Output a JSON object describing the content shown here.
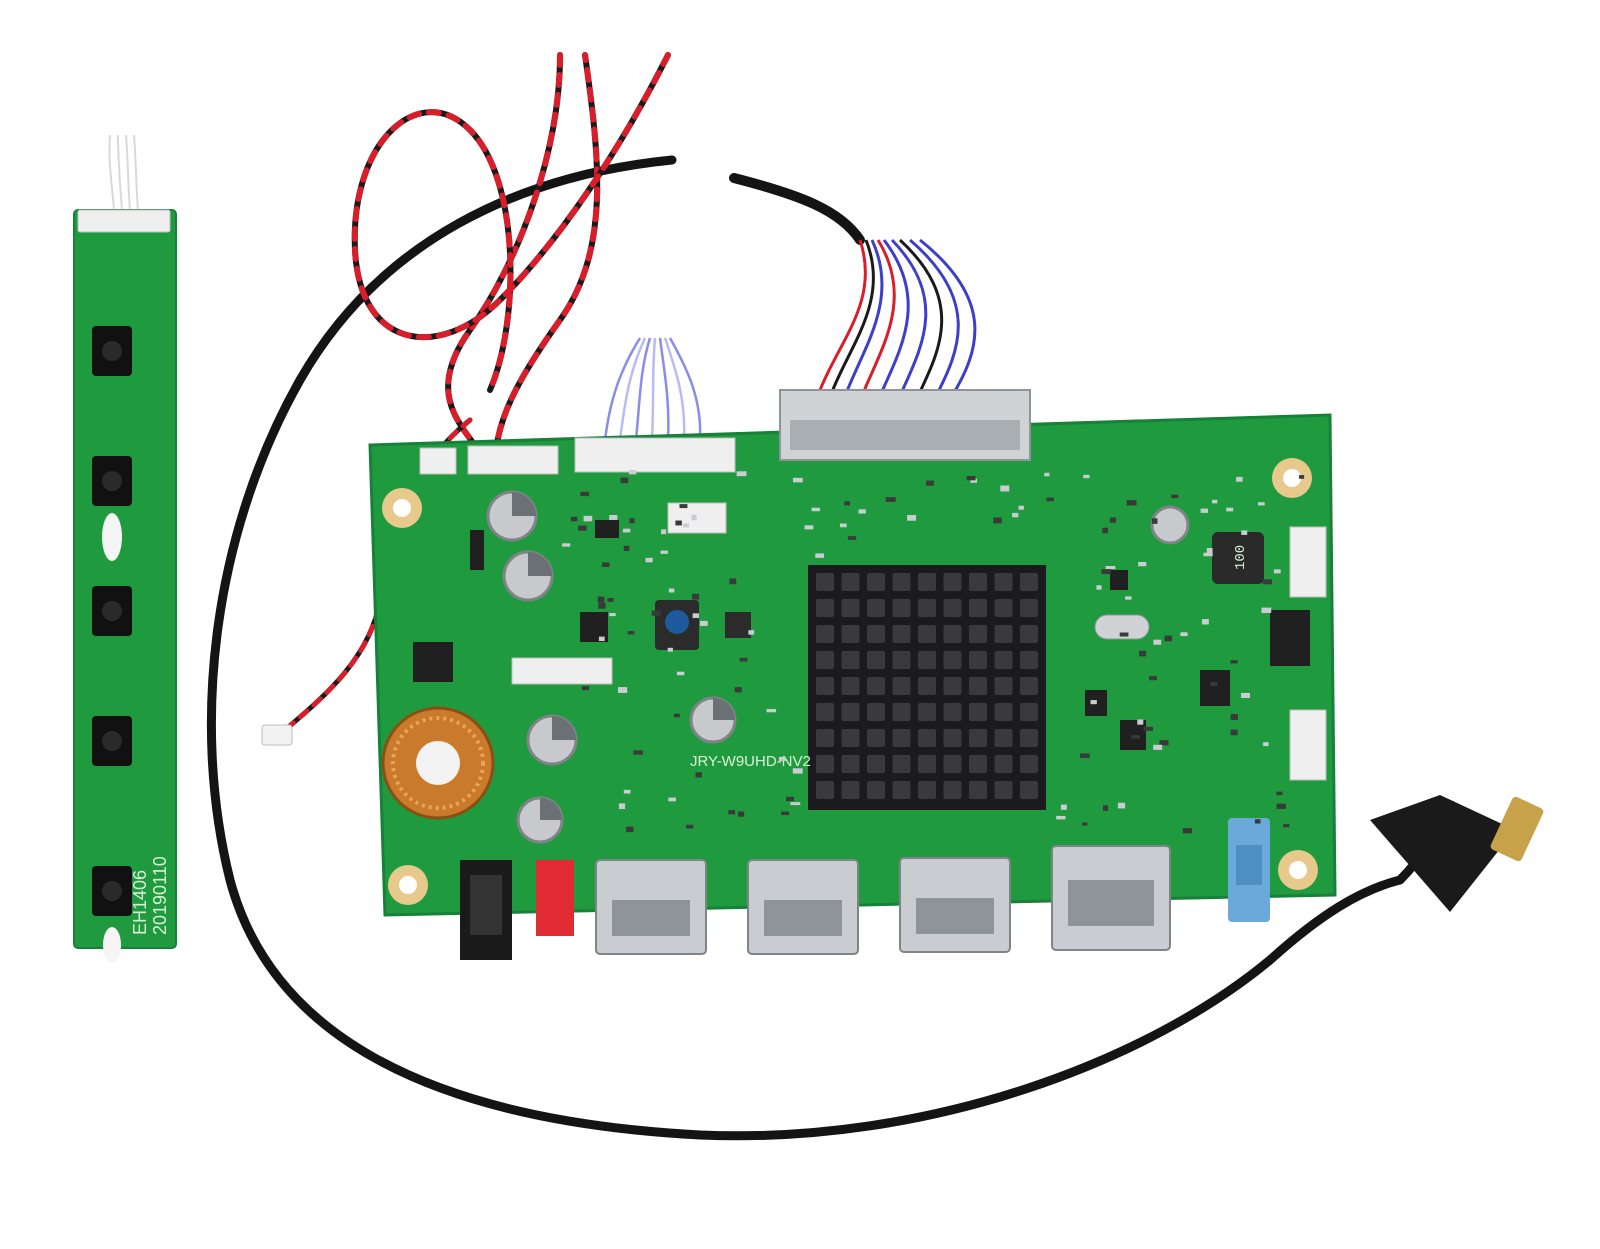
{
  "image": {
    "background": "#ffffff",
    "board_color": "#1f9a3e",
    "board_edge_color": "#17813a",
    "silkscreen_color": "#d8f2d8",
    "heatsink_color": "#1b1b1d",
    "cable_color": "#141414",
    "wire_red": "#d81e2a",
    "wire_black": "#1a1a1a",
    "wire_blue": "#3b3fc9",
    "port_metal": "#c9cdd2"
  },
  "main_board": {
    "model_label": "JRY-W9UHD-NV2",
    "inductor_label": "100",
    "ports": [
      "hdmi-port-1",
      "hdmi-port-2",
      "hdmi-port-3",
      "displayport-port",
      "audio-jack",
      "dc-power-jack"
    ]
  },
  "keypad_board": {
    "label_line1": "EH1406",
    "label_line2": "20190110",
    "button_count": 5
  }
}
